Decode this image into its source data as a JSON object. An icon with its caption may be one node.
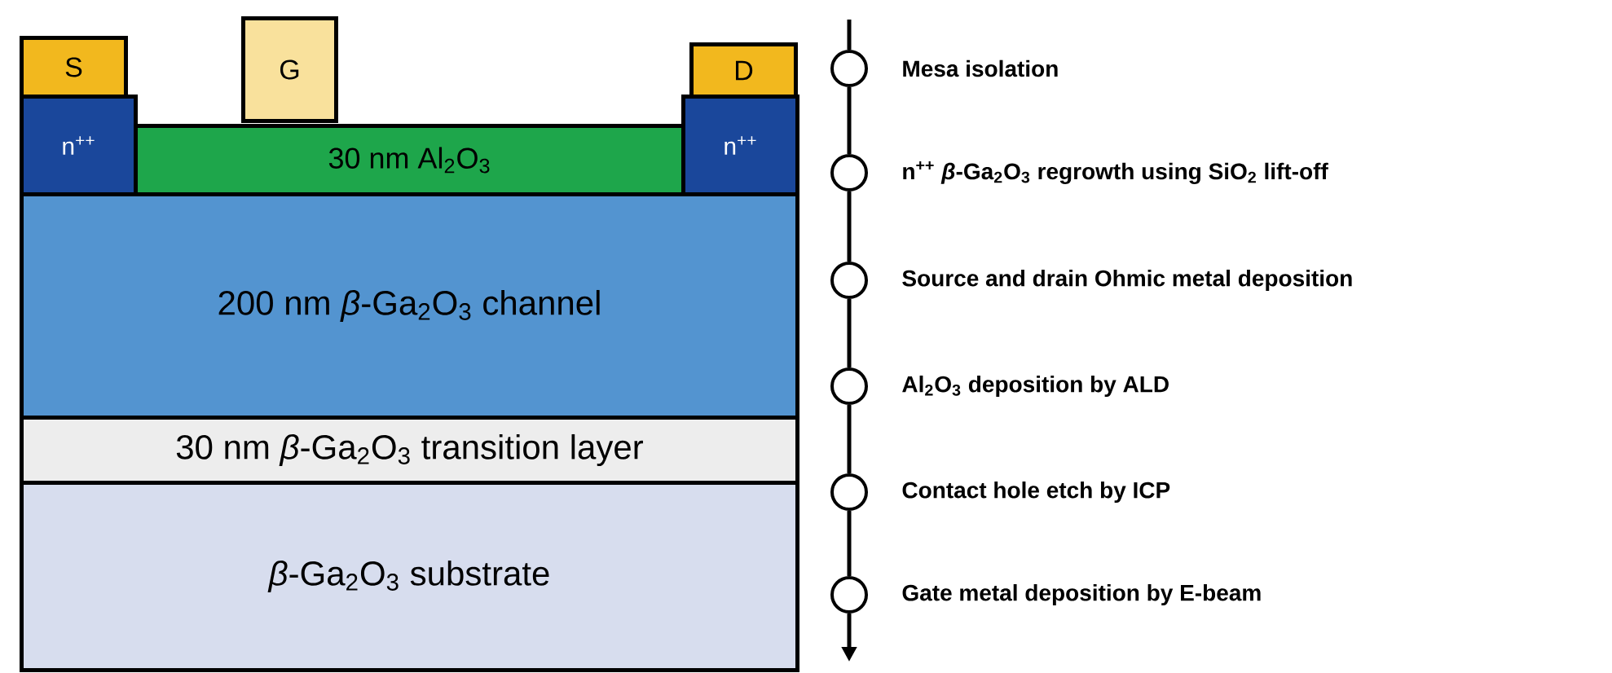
{
  "diagram": {
    "nodes": [
      {
        "text": [
          "S"
        ]
      },
      {
        "text": [
          "G"
        ]
      },
      {
        "text": [
          "D"
        ]
      },
      {
        "text": [
          "n$^{++}$"
        ]
      },
      {
        "text": [
          "30 nm Al$_{2}$O$_{3}$"
        ]
      },
      {
        "text": [
          "n$^{++}$"
        ]
      },
      {
        "text": [
          "200 nm *β*-Ga$_{2}$O$_{3}$ channel"
        ]
      },
      {
        "text": [
          "30 nm *β*-Ga$_{2}$O$_{3}$ transition layer"
        ]
      },
      {
        "text": [
          "*β*-Ga$_{2}$O$_{3}$ substrate"
        ]
      },
      {
        "text": [],
        "shape": "circle",
        "beside": [
          "Mesa isolation"
        ]
      },
      {
        "text": [],
        "shape": "circle",
        "beside": [
          "n$^{++}$ *β*-Ga$_{2}$O$_{3}$ regrowth using SiO$_{2}$ lift-off"
        ]
      },
      {
        "text": [],
        "shape": "circle",
        "beside": [
          "Source and drain Ohmic metal deposition"
        ]
      },
      {
        "text": [],
        "shape": "circle",
        "beside": [
          "Al$_{2}$O$_{3}$ deposition by ALD"
        ]
      },
      {
        "text": [],
        "shape": "circle",
        "beside": [
          "Contact hole etch by ICP"
        ]
      },
      {
        "text": [],
        "shape": "circle",
        "beside": [
          "Gate metal deposition by E-beam"
        ]
      }
    ],
    "edges": [
      {
        "from": null,
        "to": 9,
        "arrow": "none"
      },
      {
        "from": 9,
        "to": 10,
        "arrow": "none"
      },
      {
        "from": 10,
        "to": 11,
        "arrow": "none"
      },
      {
        "from": 11,
        "to": 12,
        "arrow": "none"
      },
      {
        "from": 12,
        "to": 13,
        "arrow": "none"
      },
      {
        "from": 13,
        "to": 14,
        "arrow": "none"
      },
      {
        "from": 14,
        "to": null,
        "arrow": "to"
      }
    ]
  }
}
